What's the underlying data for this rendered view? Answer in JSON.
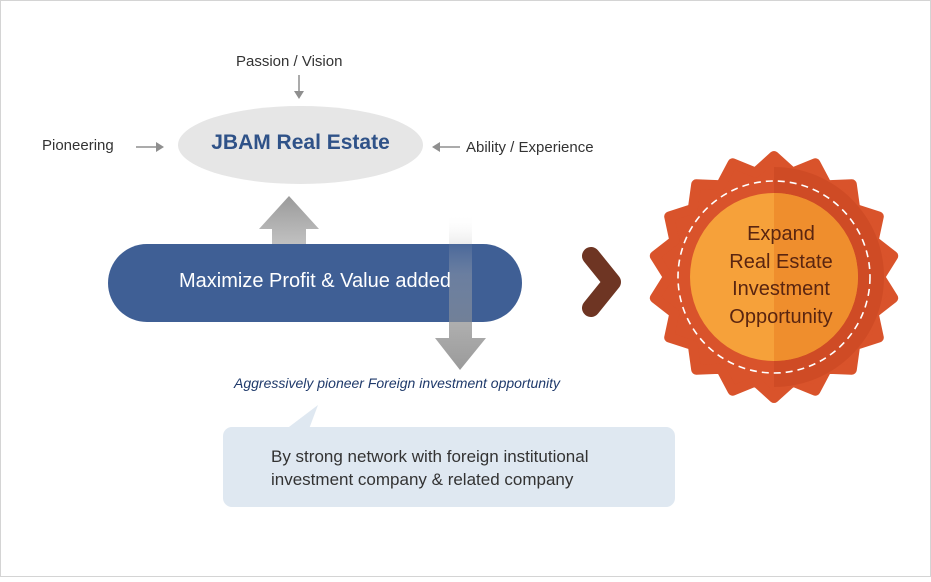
{
  "center": {
    "title": "JBAM Real Estate"
  },
  "inputs": {
    "top": "Passion / Vision",
    "left": "Pioneering",
    "right": "Ability / Experience"
  },
  "goal": {
    "label": "Maximize Profit & Value added"
  },
  "strategy": {
    "label": "Aggressively pioneer Foreign investment opportunity"
  },
  "callout": {
    "line1": "By strong network with foreign institutional",
    "line2": "investment company & related company"
  },
  "result": {
    "lines": [
      "Expand",
      "Real Estate",
      "Investment",
      "Opportunity"
    ]
  },
  "colors": {
    "core_ellipse": "#e6e6e6",
    "core_title": "#2f5288",
    "goal_pill": "#3f5f95",
    "strategy_text": "#1f3a6b",
    "callout_bg": "#dfe8f1",
    "seal_outer": "#d9532b",
    "seal_inner": "#f6a13a",
    "seal_text": "#5a2510",
    "arrow_gray": "#8f8f8f",
    "arrow_brown": "#6e3523"
  }
}
